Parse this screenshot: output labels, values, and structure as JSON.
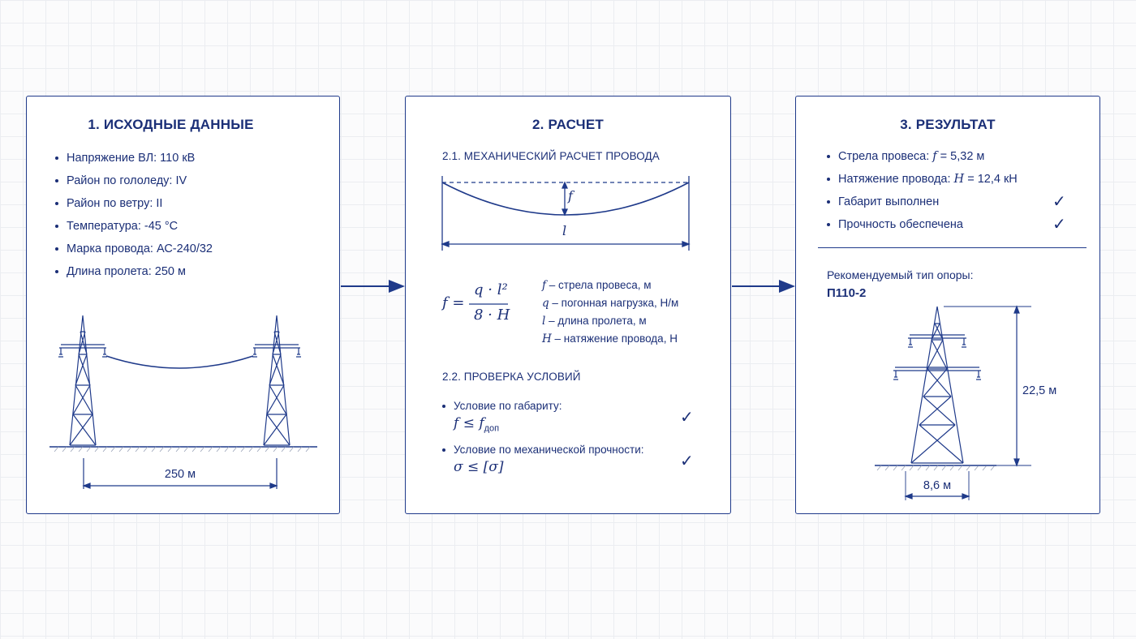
{
  "panel1": {
    "title": "1. ИСХОДНЫЕ ДАННЫЕ",
    "items": [
      "Напряжение ВЛ: 110 кВ",
      "Район по гололеду: IV",
      "Район по ветру: II",
      "Температура: -45 °С",
      "Марка провода: АС-240/32",
      "Длина пролета: 250 м"
    ],
    "span_label": "250 м"
  },
  "panel2": {
    "title": "2. РАСЧЕТ",
    "section1": "2.1. МЕХАНИЧЕСКИЙ РАСЧЕТ ПРОВОДА",
    "sag_symbol": "f",
    "span_symbol": "l",
    "formula": {
      "lhs": "f =",
      "numerator": "q · l²",
      "denominator": "8 · H"
    },
    "legend": [
      {
        "sym": "f",
        "text": " – стрела провеса, м"
      },
      {
        "sym": "q",
        "text": " – погонная нагрузка, Н/м"
      },
      {
        "sym": "l",
        "text": " – длина пролета, м"
      },
      {
        "sym": "H",
        "text": " – натяжение провода, Н"
      }
    ],
    "section2": "2.2. ПРОВЕРКА УСЛОВИЙ",
    "conditions": [
      {
        "label": "Условие по габариту:",
        "formula": "f ≤ f",
        "sub": "доп",
        "check": "✓"
      },
      {
        "label": "Условие по механической прочности:",
        "formula": "σ ≤ [σ]",
        "sub": "",
        "check": "✓"
      }
    ]
  },
  "panel3": {
    "title": "3. РЕЗУЛЬТАТ",
    "items": [
      {
        "prefix": "Стрела провеса: ",
        "math": "f",
        "value": " = 5,32 м",
        "check": ""
      },
      {
        "prefix": "Натяжение провода: ",
        "math": "H",
        "value": " = 12,4 кН",
        "check": ""
      },
      {
        "prefix": "Габарит выполнен",
        "math": "",
        "value": "",
        "check": "✓"
      },
      {
        "prefix": "Прочность обеспечена",
        "math": "",
        "value": "",
        "check": "✓"
      }
    ],
    "rec_label": "Рекомендуемый тип опоры:",
    "rec_value": "П110-2",
    "height_label": "22,5 м",
    "base_label": "8,6 м"
  },
  "colors": {
    "accent": "#1f3a8a",
    "text": "#1b2f77",
    "grid": "#ebedf1"
  }
}
